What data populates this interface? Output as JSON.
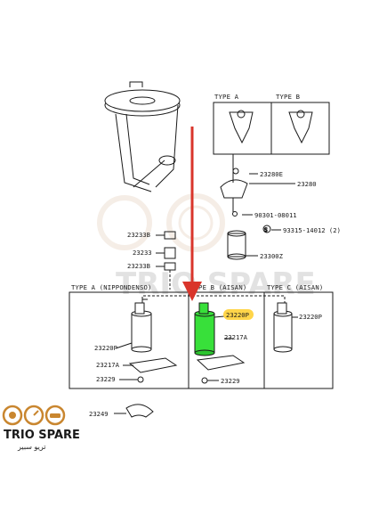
{
  "diagram": {
    "top_types": {
      "a": "TYPE A",
      "b": "TYPE B"
    },
    "parts_upper": {
      "p23280E": "23280E",
      "p23280": "23280",
      "p90301": "90301-08011",
      "p93315": "93315-14012 (2)",
      "p23300Z": "23300Z",
      "p23233B_1": "23233B",
      "p23233": "23233",
      "p23233B_2": "23233B"
    },
    "lower_types": {
      "a": "TYPE A (NIPPONDENSO)",
      "b": "TYPE B (AISAN)",
      "c": "TYPE C (AISAN)"
    },
    "parts_lower": {
      "a_23220P": "23220P",
      "a_23217A": "23217A",
      "a_23229": "23229",
      "b_23220P": "23220P",
      "b_23217A": "23217A",
      "b_23229": "23229",
      "c_23220P": "23220P",
      "p23249": "23249"
    },
    "colors": {
      "highlight_part": "#38e03a",
      "arrow": "#d9352b",
      "label_highlight": "#ffd54a",
      "line": "#1a1a1a"
    }
  },
  "logo": {
    "brand": "TRIO SPARE",
    "arabic": "تريو سبير",
    "icons": [
      "engine-icon",
      "gauge-icon",
      "car-icon"
    ]
  },
  "watermark": {
    "text": "TRIO SPARE"
  }
}
